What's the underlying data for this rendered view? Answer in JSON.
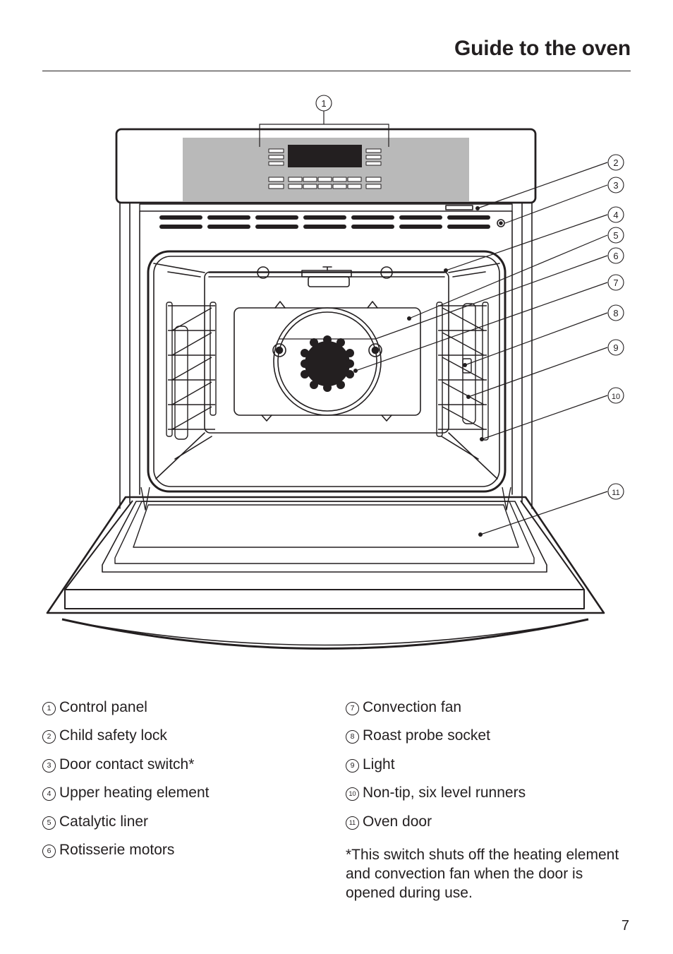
{
  "title": "Guide to the oven",
  "callout_numbers": [
    "1",
    "2",
    "3",
    "4",
    "5",
    "6",
    "7",
    "8",
    "9",
    "10",
    "11"
  ],
  "legend_left": [
    {
      "num": "1",
      "label": "Control panel"
    },
    {
      "num": "2",
      "label": "Child safety lock"
    },
    {
      "num": "3",
      "label": "Door contact switch*"
    },
    {
      "num": "4",
      "label": "Upper heating element"
    },
    {
      "num": "5",
      "label": "Catalytic liner"
    },
    {
      "num": "6",
      "label": "Rotisserie motors"
    }
  ],
  "legend_right": [
    {
      "num": "7",
      "label": "Convection fan"
    },
    {
      "num": "8",
      "label": "Roast probe socket"
    },
    {
      "num": "9",
      "label": "Light"
    },
    {
      "num": "10",
      "label": "Non-tip, six level runners"
    },
    {
      "num": "11",
      "label": "Oven door"
    }
  ],
  "footnote": "*This switch shuts off the heating element and convection fan when the door is opened during use.",
  "page_number": "7"
}
